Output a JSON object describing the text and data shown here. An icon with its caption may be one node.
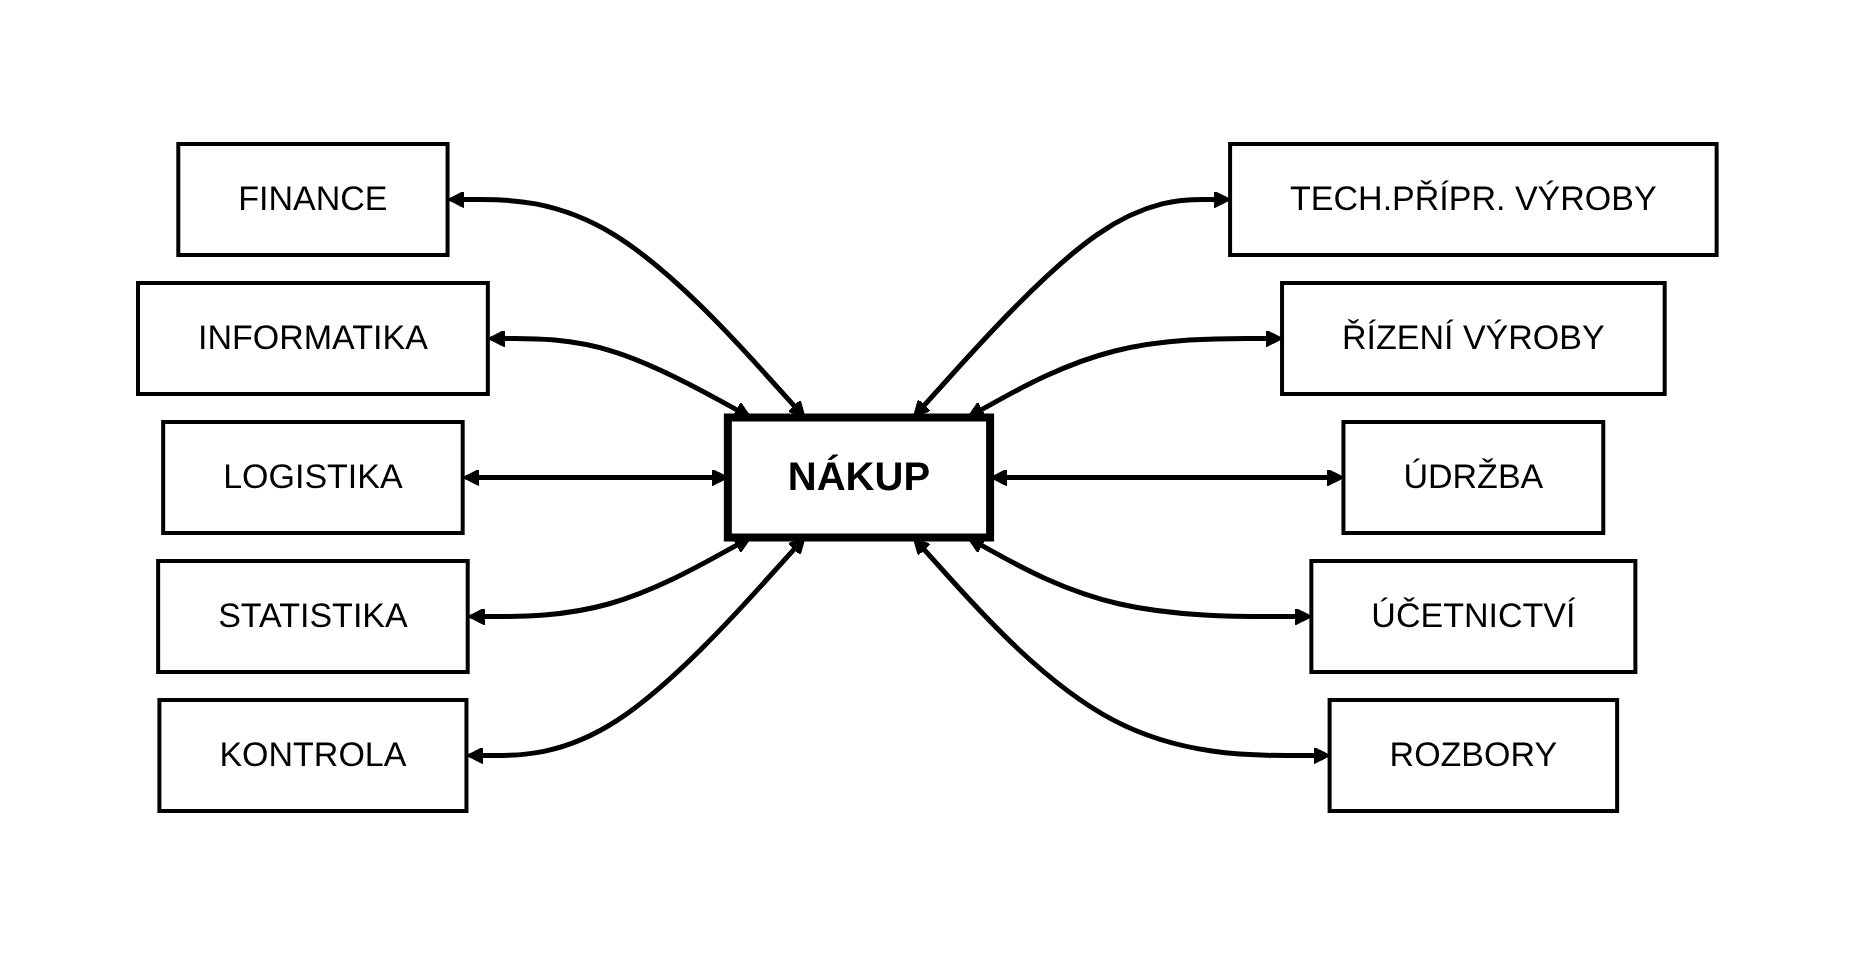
{
  "diagram": {
    "nodes": [
      {
        "text": [
          "FINANCE"
        ]
      },
      {
        "text": [
          "TECH.PŘÍPR. VÝROBY"
        ]
      },
      {
        "text": [
          "INFORMATIKA"
        ]
      },
      {
        "text": [
          "ŘÍZENÍ VÝROBY"
        ]
      },
      {
        "text": [
          "LOGISTIKA"
        ]
      },
      {
        "text": [
          "NÁKUP"
        ]
      },
      {
        "text": [
          "ÚDRŽBA"
        ]
      },
      {
        "text": [
          "STATISTIKA"
        ]
      },
      {
        "text": [
          "ÚČETNICTVÍ"
        ]
      },
      {
        "text": [
          "KONTROLA"
        ]
      },
      {
        "text": [
          "ROZBORY"
        ]
      }
    ],
    "edges": [
      {
        "from": 0,
        "to": 5,
        "arrow": "both"
      },
      {
        "from": 5,
        "to": 1,
        "arrow": "both"
      },
      {
        "from": 2,
        "to": 5,
        "arrow": "both"
      },
      {
        "from": 5,
        "to": 3,
        "arrow": "both"
      },
      {
        "from": 4,
        "to": 5,
        "arrow": "both"
      },
      {
        "from": 5,
        "to": 6,
        "arrow": "both"
      },
      {
        "from": 7,
        "to": 5,
        "arrow": "both"
      },
      {
        "from": 5,
        "to": 8,
        "arrow": "both"
      },
      {
        "from": 9,
        "to": 5,
        "arrow": "both"
      },
      {
        "from": 5,
        "to": 10,
        "arrow": "both"
      }
    ]
  }
}
